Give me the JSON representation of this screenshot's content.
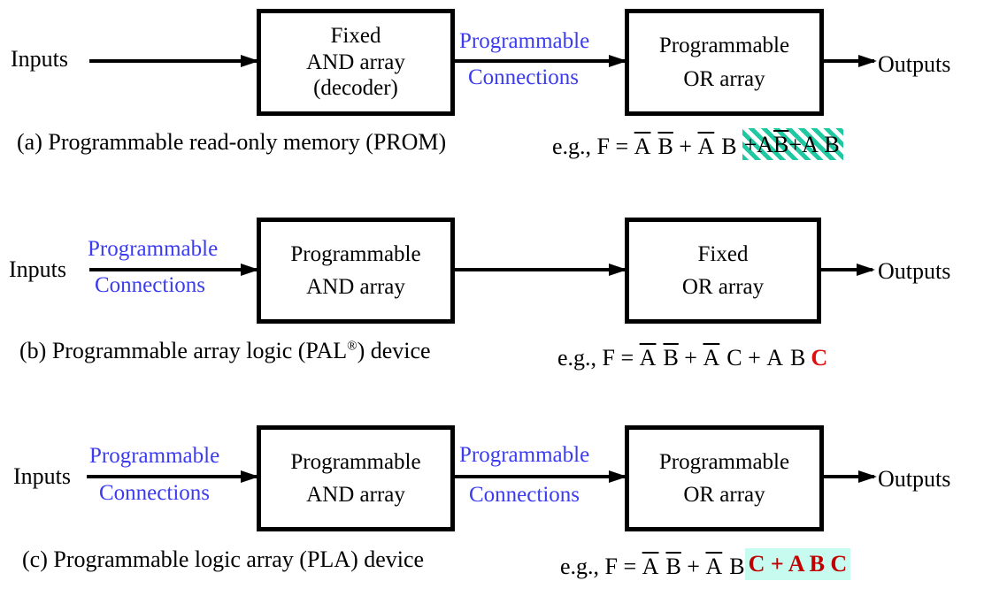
{
  "title": "Programmable logic device architectures",
  "colors": {
    "connection_label": "#3b3bf0",
    "highlight_red": "#e01010",
    "highlight_darkred": "#c00000",
    "hatch": "#1ec8a0",
    "mint": "#c8fbef"
  },
  "panels": [
    {
      "id": "a",
      "inputs_label": "Inputs",
      "outputs_label": "Outputs",
      "input_connection": null,
      "and_array": {
        "lines": [
          "Fixed",
          "AND array",
          "(decoder)"
        ]
      },
      "middle_connection": {
        "line1": "Programmable",
        "line2": "Connections"
      },
      "or_array": {
        "lines": [
          "Programmable",
          "OR array"
        ]
      },
      "caption": "(a) Programmable read-only memory (PROM)",
      "equation": {
        "prefix": "e.g., F = ",
        "terms": [
          {
            "tokens": [
              {
                "text": "A",
                "bar": true
              },
              {
                "text": "B",
                "bar": true
              }
            ]
          },
          {
            "tokens": [
              {
                "text": "A",
                "bar": true
              },
              {
                "text": "B",
                "bar": false
              }
            ]
          },
          {
            "tokens": [
              {
                "text": "A",
                "bar": false
              },
              {
                "text": "B",
                "bar": true
              }
            ],
            "highlight": "hatch"
          },
          {
            "tokens": [
              {
                "text": "A",
                "bar": false
              },
              {
                "text": "B",
                "bar": false
              }
            ],
            "highlight": "hatch"
          }
        ]
      }
    },
    {
      "id": "b",
      "inputs_label": "Inputs",
      "outputs_label": "Outputs",
      "input_connection": {
        "line1": "Programmable",
        "line2": "Connections"
      },
      "and_array": {
        "lines": [
          "Programmable",
          "AND array"
        ]
      },
      "middle_connection": null,
      "or_array": {
        "lines": [
          "Fixed",
          "OR array"
        ]
      },
      "caption": "(b) Programmable array logic (PAL",
      "caption_sup": "®",
      "caption_end": ") device",
      "equation": {
        "prefix": "e.g., F = ",
        "plain": [
          "A",
          "B",
          "+",
          "A",
          "C",
          "+",
          "A",
          "B"
        ],
        "highlight_text": "C"
      }
    },
    {
      "id": "c",
      "inputs_label": "Inputs",
      "outputs_label": "Outputs",
      "input_connection": {
        "line1": "Programmable",
        "line2": "Connections"
      },
      "and_array": {
        "lines": [
          "Programmable",
          "AND array"
        ]
      },
      "middle_connection": {
        "line1": "Programmable",
        "line2": "Connections"
      },
      "or_array": {
        "lines": [
          "Programmable",
          "OR array"
        ]
      },
      "caption": "(c) Programmable logic array (PLA) device",
      "equation": {
        "prefix": "e.g., F = ",
        "highlight_text": "C + A B C"
      }
    }
  ]
}
